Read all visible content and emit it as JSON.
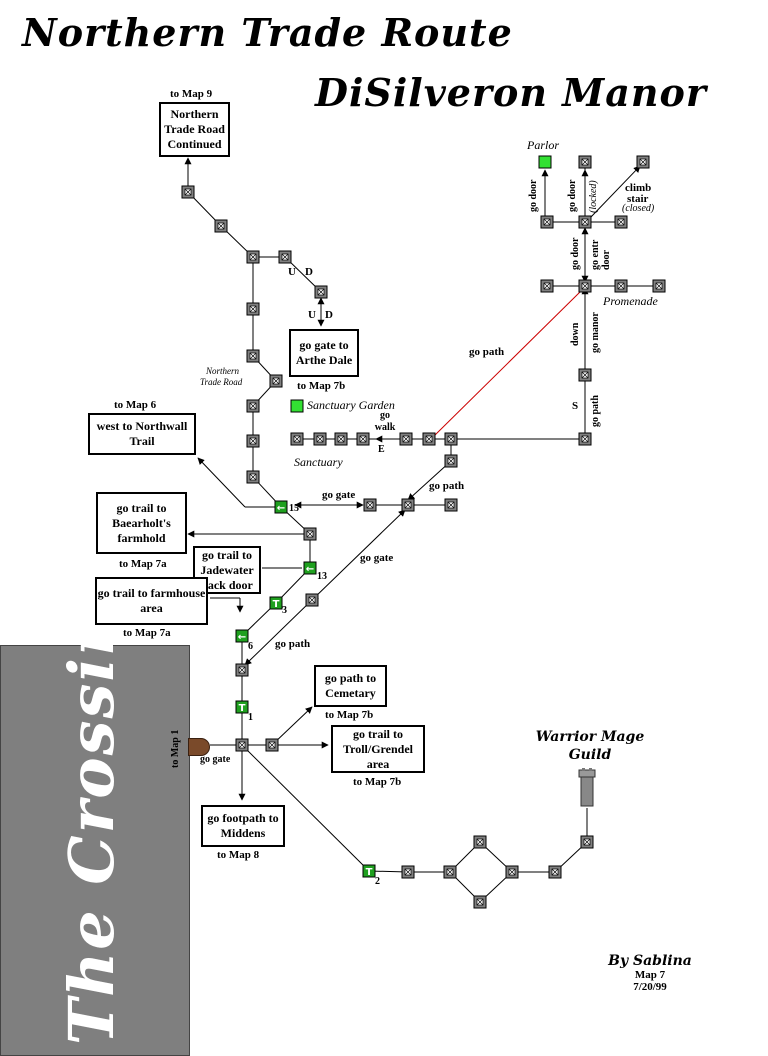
{
  "title": {
    "line1": "Northern Trade Route",
    "line2": "DiSilveron Manor"
  },
  "crossing": {
    "label": "The Crossing",
    "to_map": "to Map 1",
    "gate": "go gate"
  },
  "boxes": {
    "trade_road": "Northern Trade Road Continued",
    "arthe_dale": "go gate to Arthe Dale",
    "northwall": "west to Northwall Trail",
    "baearholt": "go trail to Baearholt's farmhold",
    "jadewater": "go trail to Jadewater back door",
    "farmhouse": "go trail to farmhouse area",
    "cemetary": "go path to Cemetary",
    "troll": "go trail to Troll/Grendel area",
    "middens": "go footpath to Middens"
  },
  "map_refs": {
    "map9": "to Map 9",
    "map7b_a": "to Map 7b",
    "map6": "to Map 6",
    "map7a_a": "to Map 7a",
    "map7a_b": "to Map 7a",
    "map7b_b": "to Map 7b",
    "map7b_c": "to Map 7b",
    "map8": "to Map 8"
  },
  "labels": {
    "u1": "U",
    "d1": "D",
    "u2": "U",
    "d2": "D",
    "go_walk": "go walk",
    "e": "E",
    "go_gate_1": "go gate",
    "go_path_1": "go path",
    "go_gate_2": "go gate",
    "go_path_2": "go path",
    "go_path_3": "go path",
    "go_path_4": "go path",
    "s": "S",
    "down": "down",
    "go_manor": "go manor",
    "go_door_1": "go door",
    "go_entr_door": "go entr door",
    "go_door_2": "go door",
    "go_door_3": "go door",
    "locked": "(locked)",
    "climb": "climb",
    "stair": "stair",
    "closed": "(closed)",
    "n15": "15",
    "n13": "13",
    "n3": "3",
    "n6": "6",
    "n1": "1",
    "n2": "2"
  },
  "places": {
    "northern_trade_road_1": "Northern",
    "northern_trade_road_2": "Trade Road",
    "sanctuary_garden": "Sanctuary Garden",
    "sanctuary": "Sanctuary",
    "parlor": "Parlor",
    "promenade": "Promenade"
  },
  "guild": {
    "line1": "Warrior Mage",
    "line2": "Guild"
  },
  "signature": {
    "by": "By Sablina",
    "map": "Map 7",
    "date": "7/20/99"
  },
  "colors": {
    "room_fill": "#808080",
    "special_room": "#1fa01f",
    "start_room": "#32e032",
    "crossing_gray": "#7f7f7f",
    "red_link": "#cc0000"
  }
}
